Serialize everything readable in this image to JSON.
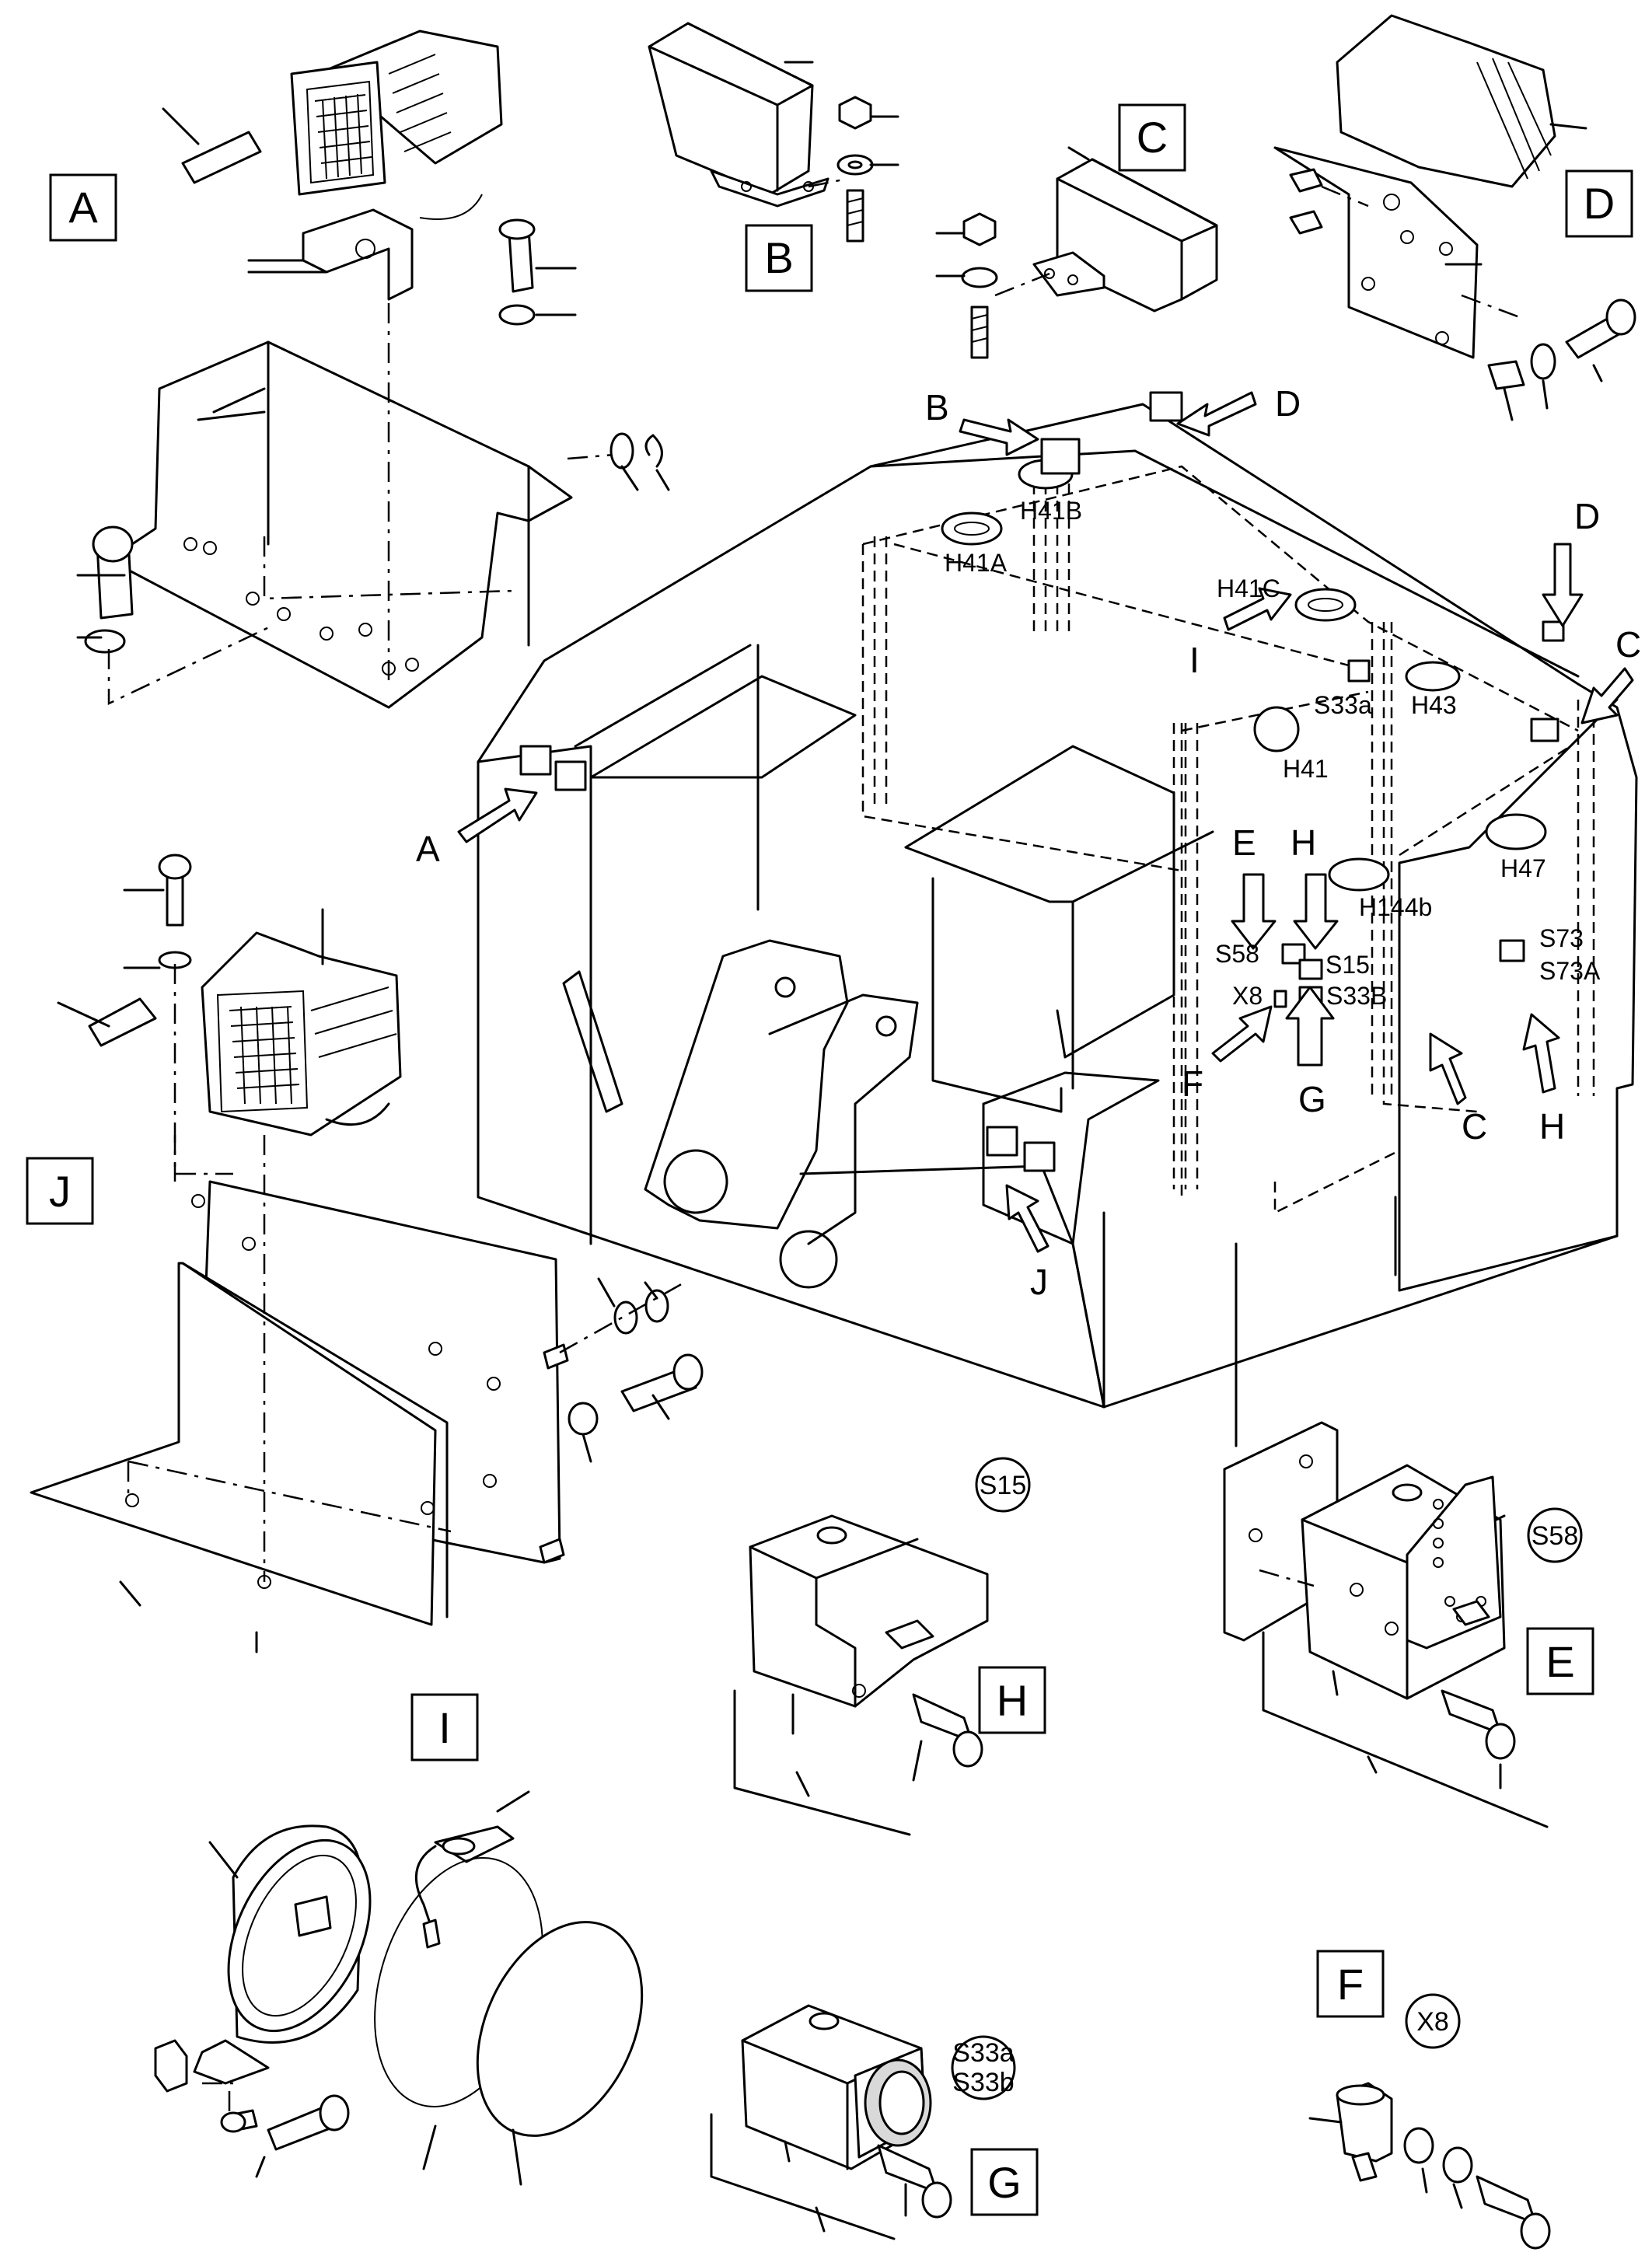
{
  "view_labels": {
    "A": "A",
    "B": "B",
    "C": "C",
    "D": "D",
    "E": "E",
    "F": "F",
    "G": "G",
    "H": "H",
    "I": "I",
    "J": "J"
  },
  "arrow_labels": {
    "a": "A",
    "b": "B",
    "c1": "C",
    "c2": "C",
    "d1": "D",
    "d2": "D",
    "e": "E",
    "f": "F",
    "g": "G",
    "h1": "H",
    "h2": "H",
    "i": "I",
    "j": "J"
  },
  "component_labels": {
    "h41a": "H41A",
    "h41b": "H41B",
    "h41c": "H41C",
    "h41": "H41",
    "h43": "H43",
    "h47": "H47",
    "h144b": "H144b",
    "s33a": "S33a",
    "s58": "S58",
    "s15": "S15",
    "x8": "X8",
    "s33b": "S33B",
    "s73": "S73",
    "s73a": "S73A"
  },
  "callouts": {
    "s15": "S15",
    "s58": "S58",
    "s33": [
      "S33a",
      "S33b"
    ],
    "x8": "X8"
  }
}
